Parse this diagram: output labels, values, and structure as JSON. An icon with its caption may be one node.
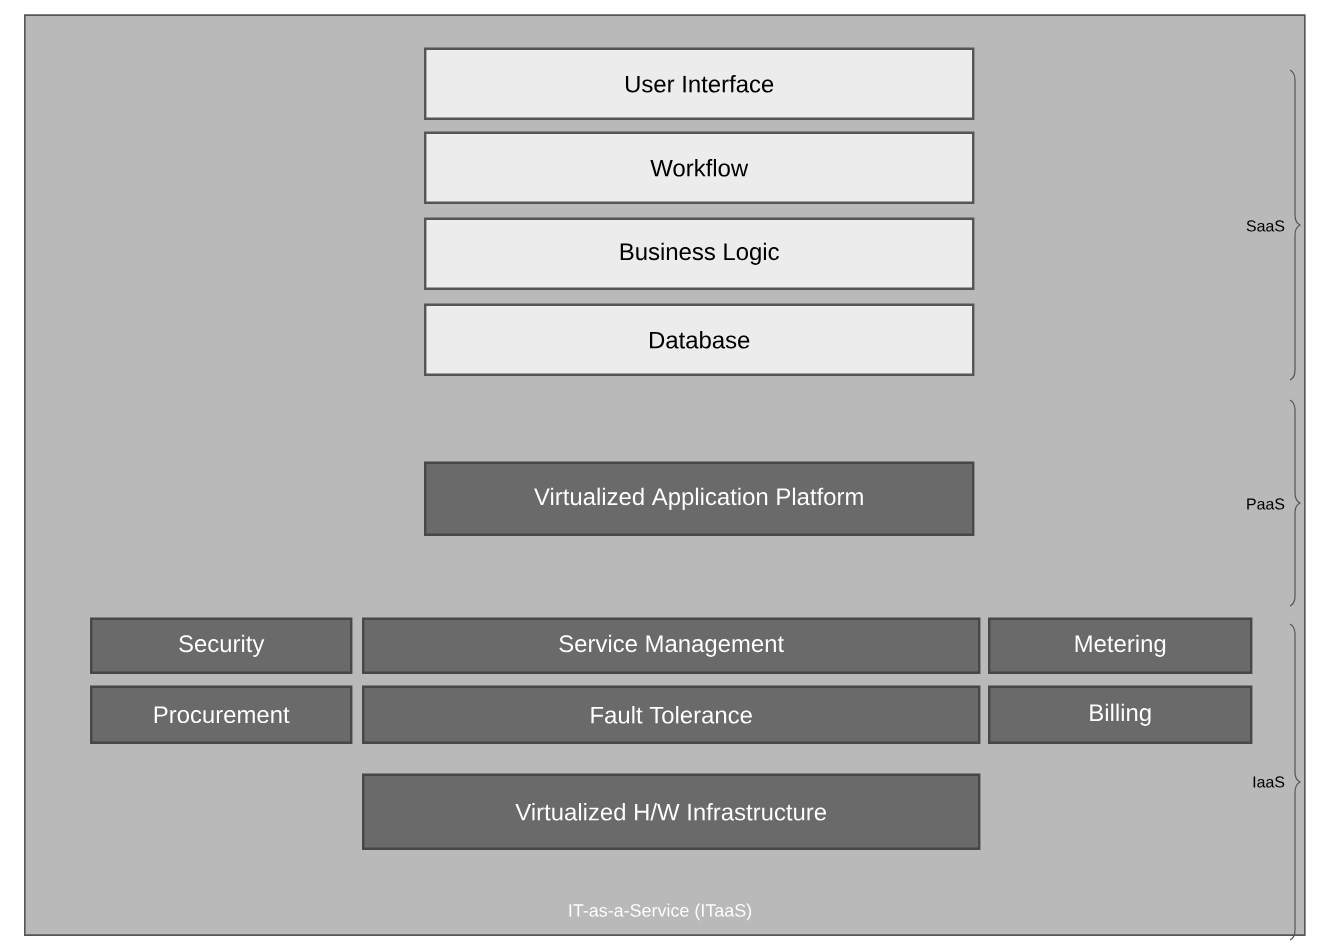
{
  "diagram": {
    "nodes": [
      {
        "text": [
          "IT-as-a-Service (ITaaS)"
        ]
      },
      {
        "text": [
          "User Interface"
        ],
        "in": 0
      },
      {
        "text": [
          "Workflow"
        ],
        "in": 0
      },
      {
        "text": [
          "Business Logic"
        ],
        "in": 0
      },
      {
        "text": [
          "Database"
        ],
        "in": 0
      },
      {
        "text": [
          "Virtualized Application Platform"
        ],
        "in": 0
      },
      {
        "text": [
          "Security"
        ],
        "in": 0
      },
      {
        "text": [
          "Service Management"
        ],
        "in": 0
      },
      {
        "text": [
          "Metering"
        ],
        "in": 0
      },
      {
        "text": [
          "Procurement"
        ],
        "in": 0
      },
      {
        "text": [
          "Fault Tolerance"
        ],
        "in": 0
      },
      {
        "text": [
          "Billing"
        ],
        "in": 0
      },
      {
        "text": [
          "Virtualized H/W Infrastructure"
        ],
        "in": 0
      }
    ],
    "labels": [
      "SaaS",
      "PaaS",
      "IaaS"
    ]
  }
}
